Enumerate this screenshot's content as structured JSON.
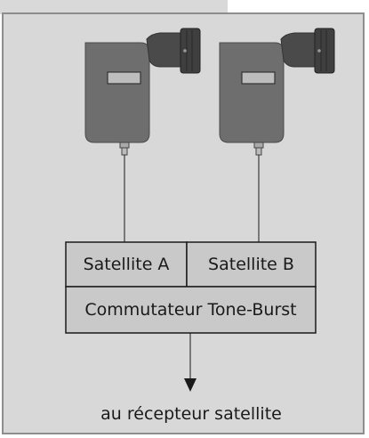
{
  "diagram": {
    "satellite_a_label": "Satellite A",
    "satellite_b_label": "Satellite B",
    "switch_label": "Commutateur Tone-Burst",
    "output_label": "au récepteur satellite"
  },
  "colors": {
    "background": "#d8d8d8",
    "border": "#8e8e8e",
    "lnb_body": "#6e6e6e",
    "lnb_dark": "#3f3f3f",
    "box_fill": "#c9c9c9",
    "line": "#1a1a1a"
  }
}
